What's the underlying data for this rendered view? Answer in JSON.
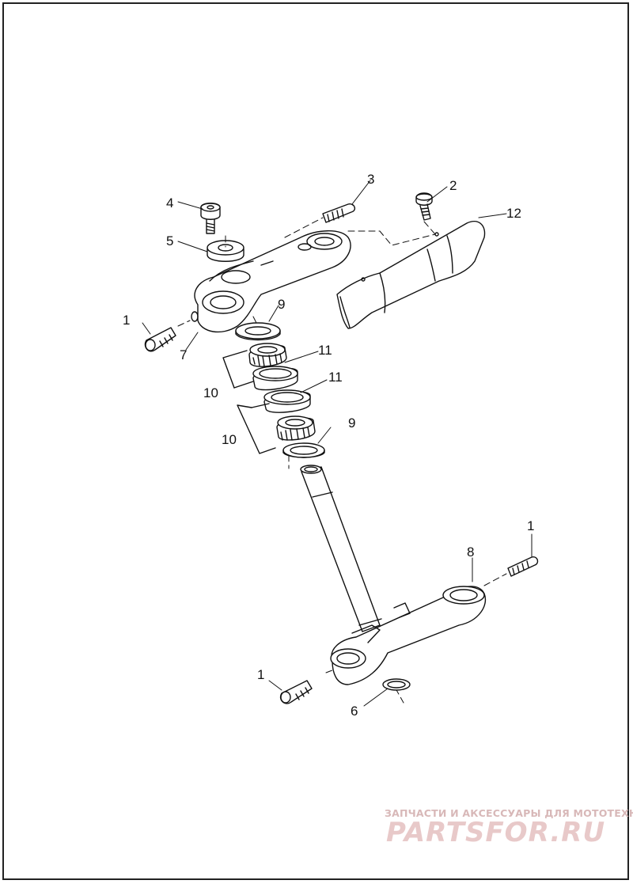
{
  "diagram": {
    "callouts": {
      "c1a": "1",
      "c1b": "1",
      "c1c": "1",
      "c2": "2",
      "c3": "3",
      "c4": "4",
      "c5": "5",
      "c6": "6",
      "c7": "7",
      "c8": "8",
      "c9a": "9",
      "c9b": "9",
      "c10a": "10",
      "c10b": "10",
      "c11a": "11",
      "c11b": "11",
      "c12": "12"
    }
  },
  "watermark": {
    "subtitle": "ЗАПЧАСТИ И АКСЕССУАРЫ ДЛЯ МОТОТЕХНИКИ",
    "logo": "PARTSFOR.RU"
  },
  "colors": {
    "line": "#111111",
    "watermark": "#e8c9c9"
  }
}
